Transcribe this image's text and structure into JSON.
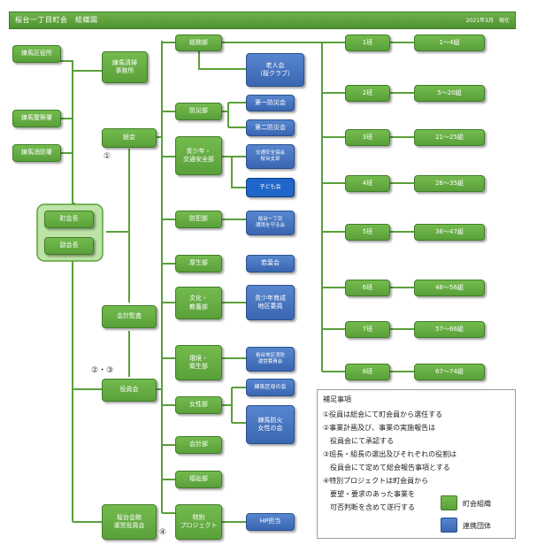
{
  "title": "桜台一丁目町会　組織図",
  "date": "2021年3月　現在",
  "boxes": {
    "nerima_ku": "練馬区役所",
    "nerima_police": "練馬警察署",
    "nerima_fire": "練馬消防署",
    "seiso": "練馬清掃\n事務所",
    "chokaicho": "町会長",
    "fukukaicho": "副会長",
    "sokai": "総会",
    "kaikei_kansa": "会計監査",
    "yakuinkai": "役員会",
    "unei": "桜台会館\n運営役員会",
    "somu": "総務部",
    "rojinkai": "老人会\n（桜クラブ）",
    "bosai": "防災部",
    "bosai1": "第一防災会",
    "bosai2": "第二防災会",
    "seishonen": "青少年・\n交通安全部",
    "kotsu_kyokai": "交通安全協会\n桜台支部",
    "kodomokai": "子ども会",
    "bohan": "防犯部",
    "kankyo_mamoru": "桜台一丁目\n環境を守る会",
    "kosei": "厚生部",
    "wakabakai": "若葉会",
    "bunka": "文化・\n教養部",
    "seishonen_ikusei": "青少年育成\n地区委員",
    "kankyo_eisei": "環境・\n衛生部",
    "nosei": "桜台地区消防\n運営委員会",
    "josei": "女性部",
    "hahanokai": "練馬区母の会",
    "josei_bosai": "練馬防火\n女性の会",
    "kaikei": "会計部",
    "fukushi": "福祉部",
    "project": "特別\nプロジェクト",
    "hp": "HP担当"
  },
  "ban": [
    {
      "han": "1班",
      "kumi": "1～4組"
    },
    {
      "han": "2班",
      "kumi": "5～20組"
    },
    {
      "han": "3班",
      "kumi": "21～25組"
    },
    {
      "han": "4班",
      "kumi": "26～35組"
    },
    {
      "han": "5班",
      "kumi": "36～47組"
    },
    {
      "han": "6班",
      "kumi": "48～56組"
    },
    {
      "han": "7班",
      "kumi": "57～66組"
    },
    {
      "han": "8班",
      "kumi": "67～74組"
    }
  ],
  "markers": {
    "m1": "①",
    "m23": "②・③",
    "m4": "④"
  },
  "notes": {
    "heading": "補足事項",
    "lines": [
      "①役員は総会にて町会員から選任する",
      "②事業計画及び、事業の実施報告は",
      "　役員会にて承認する",
      "③班長・組長の選出及びそれぞれの役割は",
      "　役員会にて定めて総会報告事項とする",
      "④特別プロジェクトは町会員から",
      "　要望・要求のあった事業を",
      "　可否判断を含めて遂行する"
    ],
    "legend_green": "町会組織",
    "legend_blue": "連携団体"
  },
  "colors": {
    "green": "#5aa03a",
    "blue": "#3a66b1",
    "dark_blue": "#1e66c9",
    "line": "#5aa03a"
  }
}
